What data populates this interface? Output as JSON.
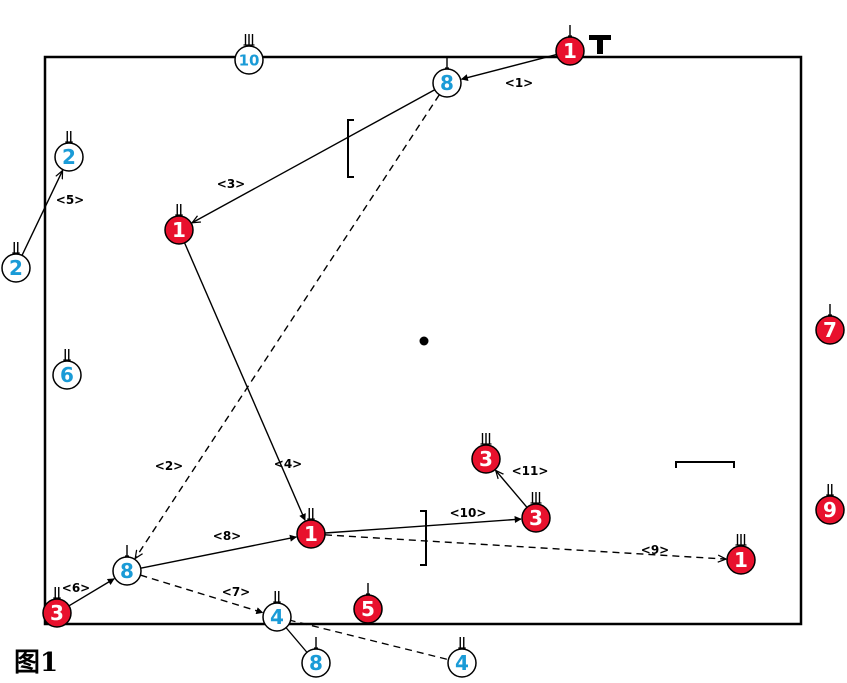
{
  "caption": "图1",
  "colors": {
    "red_team": "#e8112d",
    "blue_team": "#1a9bd7",
    "line": "#000000",
    "background": "#ffffff"
  },
  "icons": {
    "position_tick": "bar-tick",
    "start_marker": "T-marker"
  },
  "players": [
    {
      "id": "p-red-1-top",
      "team": "red",
      "number": "1",
      "ticks": 1
    },
    {
      "id": "p-blue-8-top",
      "team": "blue",
      "number": "8",
      "ticks": 1
    },
    {
      "id": "p-blue-10",
      "team": "blue",
      "number": "10",
      "ticks": 3
    },
    {
      "id": "p-blue-2-in",
      "team": "blue",
      "number": "2",
      "ticks": 2
    },
    {
      "id": "p-blue-2-out",
      "team": "blue",
      "number": "2",
      "ticks": 2
    },
    {
      "id": "p-red-1-left",
      "team": "red",
      "number": "1",
      "ticks": 2
    },
    {
      "id": "p-blue-6",
      "team": "blue",
      "number": "6",
      "ticks": 2
    },
    {
      "id": "p-red-7",
      "team": "red",
      "number": "7",
      "ticks": 1
    },
    {
      "id": "p-red-3-top",
      "team": "red",
      "number": "3",
      "ticks": 3
    },
    {
      "id": "p-red-3-mid",
      "team": "red",
      "number": "3",
      "ticks": 3
    },
    {
      "id": "p-red-9",
      "team": "red",
      "number": "9",
      "ticks": 2
    },
    {
      "id": "p-red-1-center",
      "team": "red",
      "number": "1",
      "ticks": 2
    },
    {
      "id": "p-red-1-right",
      "team": "red",
      "number": "1",
      "ticks": 3
    },
    {
      "id": "p-blue-8-bottom",
      "team": "blue",
      "number": "8",
      "ticks": 1
    },
    {
      "id": "p-red-3-corner",
      "team": "red",
      "number": "3",
      "ticks": 2
    },
    {
      "id": "p-blue-4-mid",
      "team": "blue",
      "number": "4",
      "ticks": 2
    },
    {
      "id": "p-red-5",
      "team": "red",
      "number": "5",
      "ticks": 1
    },
    {
      "id": "p-blue-8-out",
      "team": "blue",
      "number": "8",
      "ticks": 1
    },
    {
      "id": "p-blue-4-out",
      "team": "blue",
      "number": "4",
      "ticks": 2
    }
  ],
  "moves": [
    {
      "label": "<1>",
      "from": "p-red-1-top",
      "to": "p-blue-8-top",
      "style": "solid",
      "arrow": "filled"
    },
    {
      "label": "<2>",
      "from": "p-blue-8-top",
      "to": "p-blue-8-bottom",
      "style": "dashed",
      "arrow": "open"
    },
    {
      "label": "<3>",
      "from": "p-blue-8-top",
      "to": "p-red-1-left",
      "style": "solid",
      "arrow": "open"
    },
    {
      "label": "<4>",
      "from": "p-red-1-left",
      "to": "p-red-1-center",
      "style": "solid",
      "arrow": "filled"
    },
    {
      "label": "<5>",
      "from": "p-blue-2-out",
      "to": "p-blue-2-in",
      "style": "solid",
      "arrow": "open"
    },
    {
      "label": "<6>",
      "from": "p-red-3-corner",
      "to": "p-blue-8-bottom",
      "style": "solid",
      "arrow": "filled"
    },
    {
      "label": "<7>",
      "from": "p-blue-8-bottom",
      "to": "p-blue-4-mid",
      "style": "dashed",
      "arrow": "filled"
    },
    {
      "label": "<8>",
      "from": "p-blue-8-bottom",
      "to": "p-red-1-center",
      "style": "solid",
      "arrow": "filled"
    },
    {
      "label": "<9>",
      "from": "p-red-1-center",
      "to": "p-red-1-right",
      "style": "dashed",
      "arrow": "open"
    },
    {
      "label": "<10>",
      "from": "p-red-1-center",
      "to": "p-red-3-mid",
      "style": "solid",
      "arrow": "filled"
    },
    {
      "label": "<11>",
      "from": "p-red-3-mid",
      "to": "p-red-3-top",
      "style": "solid",
      "arrow": "open"
    }
  ],
  "links": [
    {
      "from": "p-blue-4-mid",
      "to": "p-blue-8-out",
      "style": "solid"
    },
    {
      "from": "p-blue-4-mid",
      "to": "p-blue-4-out",
      "style": "dashed"
    }
  ]
}
